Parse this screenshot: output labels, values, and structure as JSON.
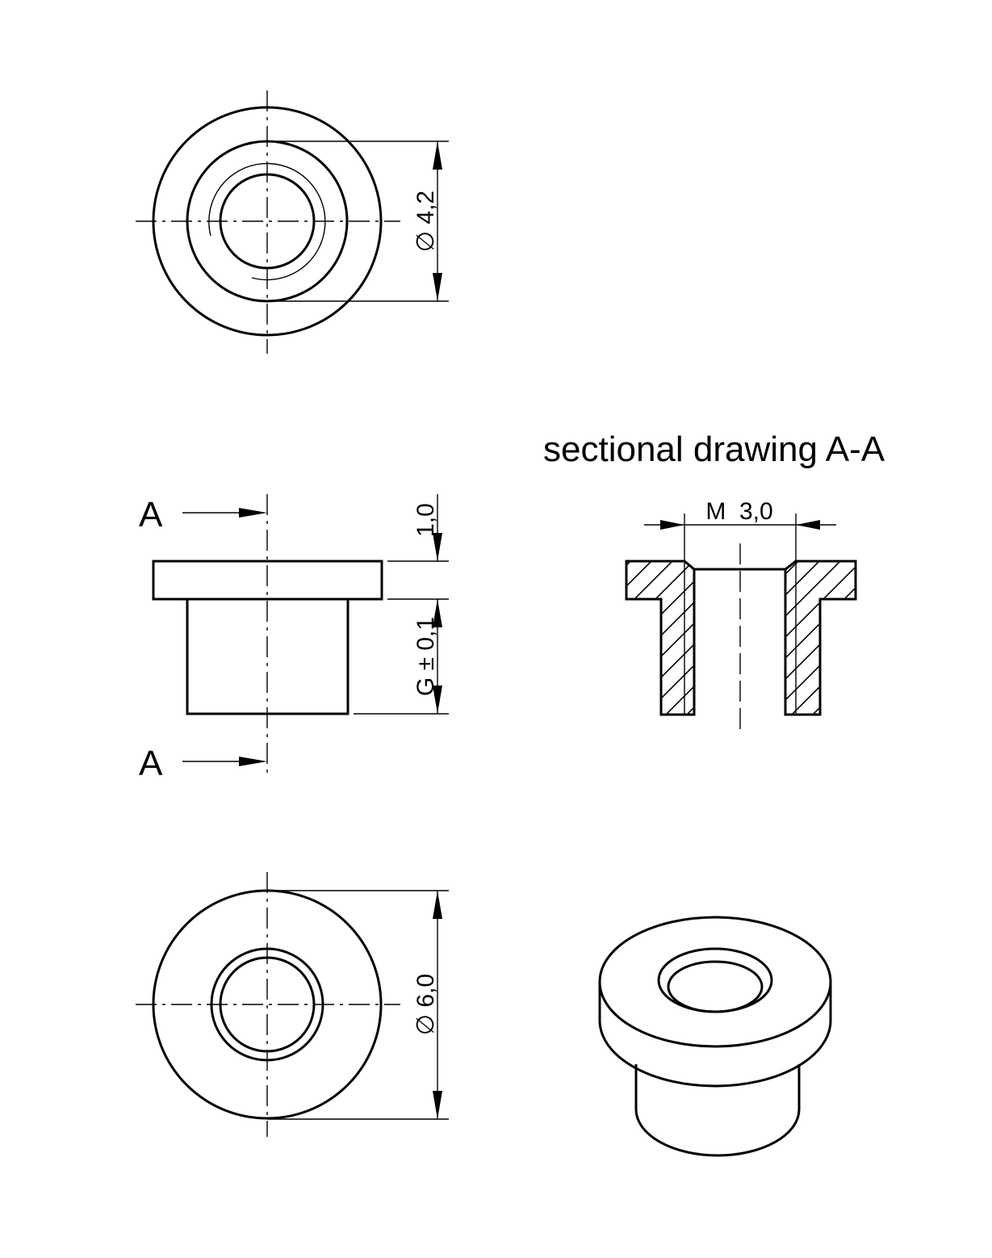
{
  "title": "sectional drawing A-A",
  "section_marker": "A",
  "dimensions": {
    "top_view_diameter": "∅ 4,2",
    "flange_thickness": "1,0",
    "body_height": "G ± 0,1",
    "thread": "M  3,0",
    "bottom_view_diameter": "∅ 6,0"
  },
  "color": "#000000"
}
